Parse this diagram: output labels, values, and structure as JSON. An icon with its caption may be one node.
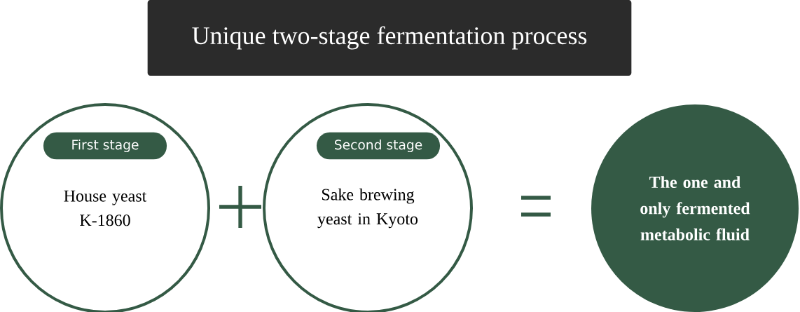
{
  "diagram": {
    "nodes": [
      {
        "text": [
          "Unique two-stage fermentation process"
        ]
      },
      {
        "text": [
          "House yeast K-1860"
        ]
      },
      {
        "text": [
          "First stage"
        ],
        "in": 1
      },
      {
        "text": [
          "Sake brewing yeast in Kyoto"
        ]
      },
      {
        "text": [
          "Second stage"
        ],
        "in": 3
      },
      {
        "text": [
          "The one and only fermented metabolic fluid"
        ]
      }
    ]
  }
}
